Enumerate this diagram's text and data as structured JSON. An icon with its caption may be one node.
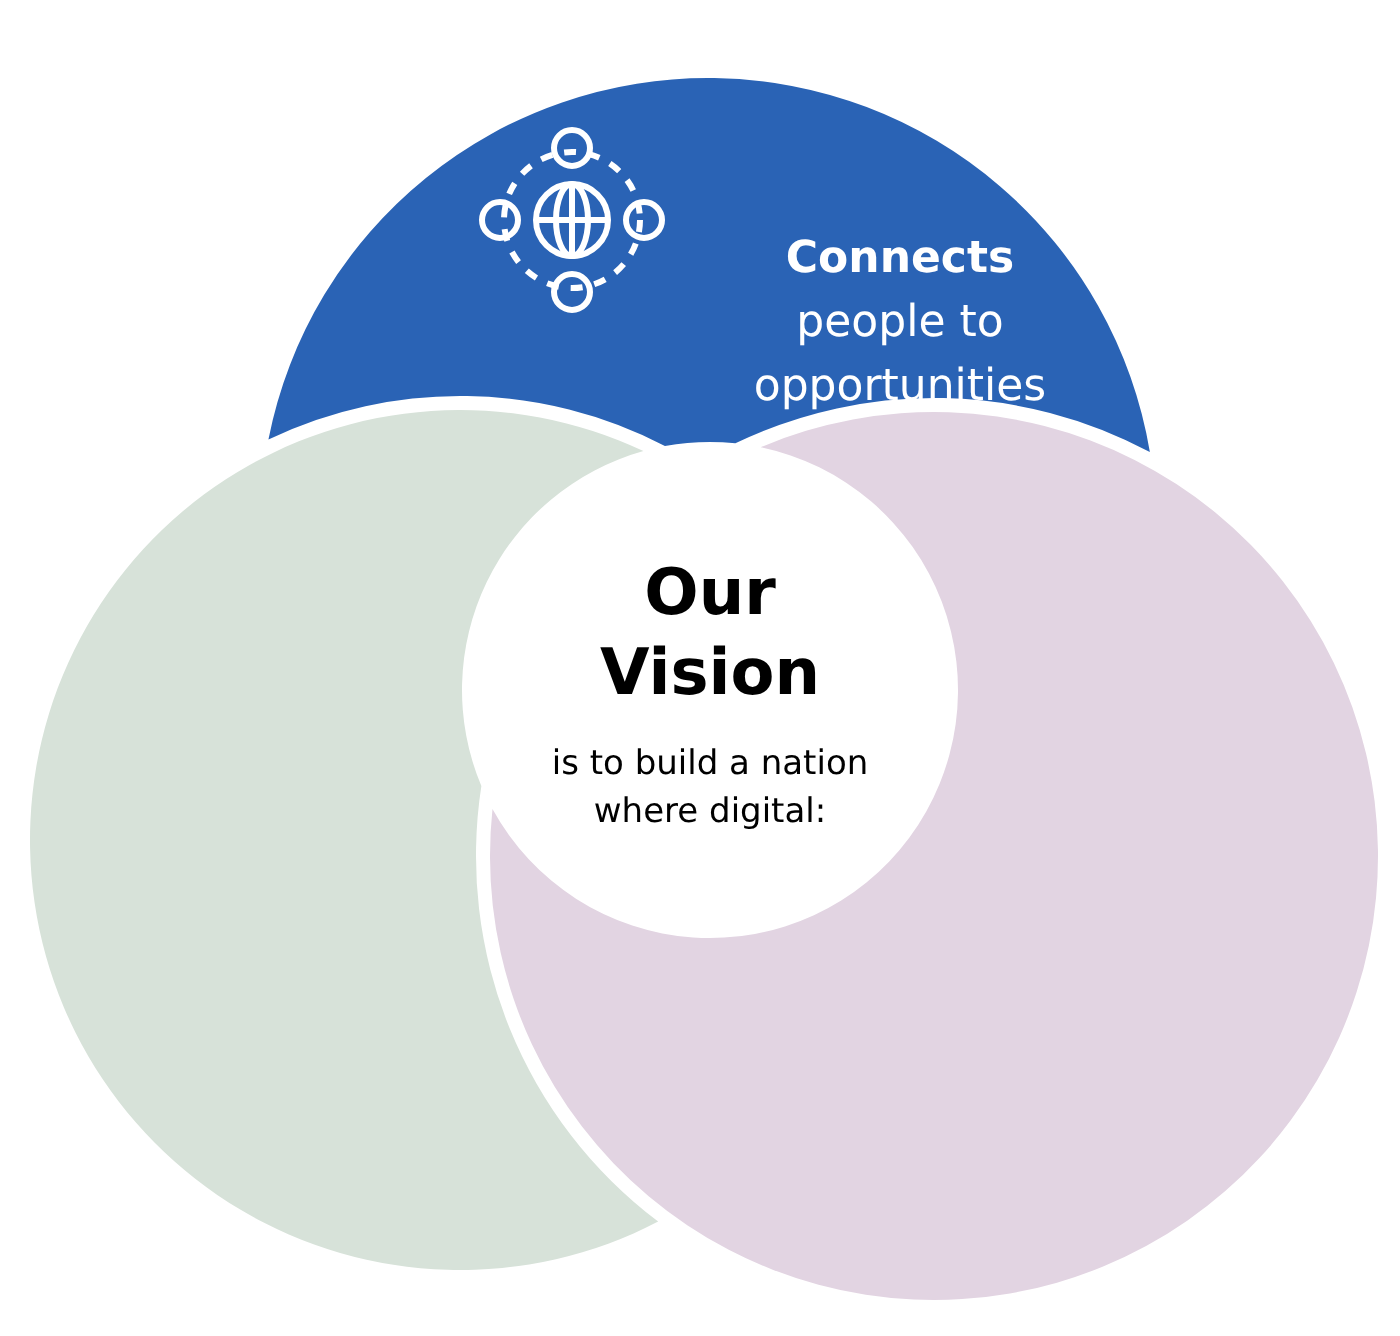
{
  "diagram": {
    "nodes": [
      {
        "text": [
          "**Connects** people to opportunities"
        ]
      },
      {
        "text": [],
        "shape": "circle"
      },
      {
        "text": [],
        "shape": "circle"
      },
      {
        "text": [
          "Our Vision",
          "is to build a nation where digital:"
        ]
      }
    ]
  }
}
